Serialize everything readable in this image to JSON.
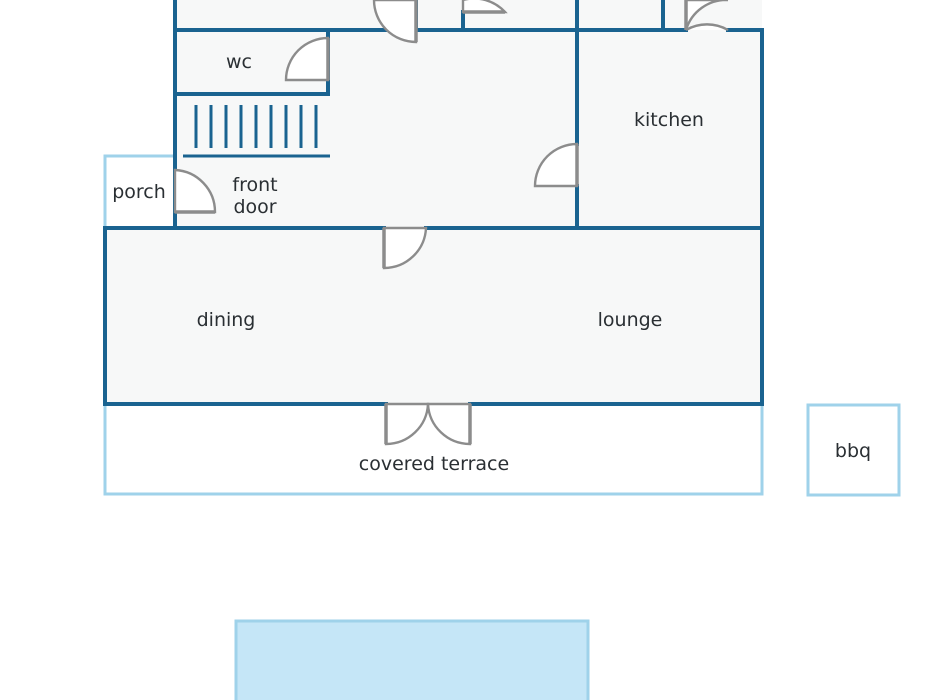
{
  "plan": {
    "rooms": [
      {
        "id": "wc",
        "label": "wc"
      },
      {
        "id": "kitchen",
        "label": "kitchen"
      },
      {
        "id": "porch",
        "label": "porch"
      },
      {
        "id": "front-door",
        "label_line1": "front",
        "label_line2": "door"
      },
      {
        "id": "dining",
        "label": "dining"
      },
      {
        "id": "lounge",
        "label": "lounge"
      },
      {
        "id": "covered-terrace",
        "label": "covered terrace"
      },
      {
        "id": "bbq",
        "label": "bbq"
      }
    ],
    "colors": {
      "wall": "#1a6390",
      "outdoor_outline": "#9fd2ea",
      "pool_fill": "#c5e6f7",
      "floor": "#f7f8f8",
      "door": "#8c8c8c",
      "text": "#2a2f33"
    }
  }
}
